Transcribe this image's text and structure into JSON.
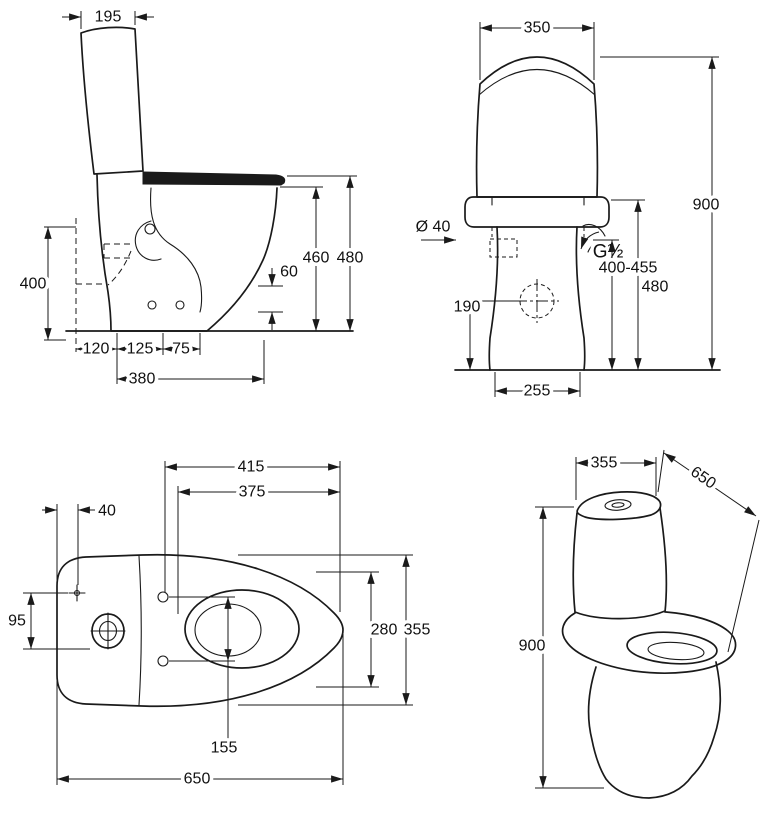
{
  "colors": {
    "line": "#1a1a1a",
    "background": "#ffffff"
  },
  "views": {
    "side": {
      "dims": {
        "tank_top_width": "195",
        "fixing_height": "400",
        "seat_height": "460",
        "height_with_lid": "480",
        "hole_height": "60",
        "rear_offset": "120",
        "fixing_a": "125",
        "fixing_b": "75",
        "outlet_distance": "380"
      }
    },
    "front": {
      "dims": {
        "tank_width": "350",
        "inlet_diameter": "Ø 40",
        "connection": "G½",
        "total_height": "900",
        "inlet_height_range": "400-455",
        "bowl_height": "480",
        "outlet_height": "190",
        "base_width": "255"
      }
    },
    "top": {
      "dims": {
        "lid_length": "415",
        "seat_length": "375",
        "inlet_offset": "40",
        "inlet_spacing": "95",
        "bowl_width": "280",
        "overall_width": "355",
        "hinge_hole_spacing": "155",
        "overall_length": "650"
      }
    },
    "perspective": {
      "dims": {
        "width": "355",
        "depth": "650",
        "height": "900"
      }
    }
  }
}
